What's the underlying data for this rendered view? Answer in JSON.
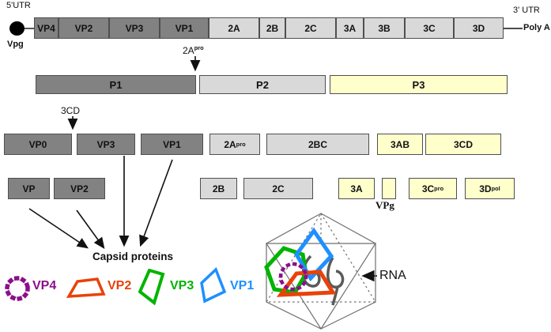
{
  "labels": {
    "utr5": "5'UTR",
    "utr3": "3' UTR",
    "vpg": "Vpg",
    "polya": "Poly A",
    "vpg_protein": "VPg",
    "capsid_proteins": "Capsid proteins",
    "rna": "RNA"
  },
  "genome_segments": [
    "VP4",
    "VP2",
    "VP3",
    "VP1",
    "2A",
    "2B",
    "2C",
    "3A",
    "3B",
    "3C",
    "3D"
  ],
  "cleavage_labels": {
    "apro": {
      "base": "2A",
      "sup": "pro"
    },
    "cd": "3CD"
  },
  "polyproteins": [
    "P1",
    "P2",
    "P3"
  ],
  "intermediates": {
    "vp0": "VP0",
    "vp3": "VP3",
    "vp1": "VP1",
    "a2_base": "2A",
    "a2_sup": "pro",
    "bc2": "2BC",
    "ab3": "3AB",
    "cd3": "3CD"
  },
  "final_products": {
    "vp": "VP",
    "vp2": "VP2",
    "b2": "2B",
    "c2": "2C",
    "a3": "3A",
    "c3_base": "3C",
    "c3_sup": "pro",
    "d3_base": "3D",
    "d3_sup": "pol"
  },
  "legend": {
    "vp4": {
      "label": "VP4",
      "color": "#8b0f8b"
    },
    "vp2": {
      "label": "VP2",
      "color": "#e8420a"
    },
    "vp3": {
      "label": "VP3",
      "color": "#00b400"
    },
    "vp1": {
      "label": "VP1",
      "color": "#1e90ff"
    }
  },
  "colors": {
    "capsid_box": "#828282",
    "nonstructural_box": "#d9d9d9",
    "p3_box": "#ffffcc",
    "rna_squiggle": "#5a5a5a",
    "wireframe": "#6f6f6f"
  }
}
